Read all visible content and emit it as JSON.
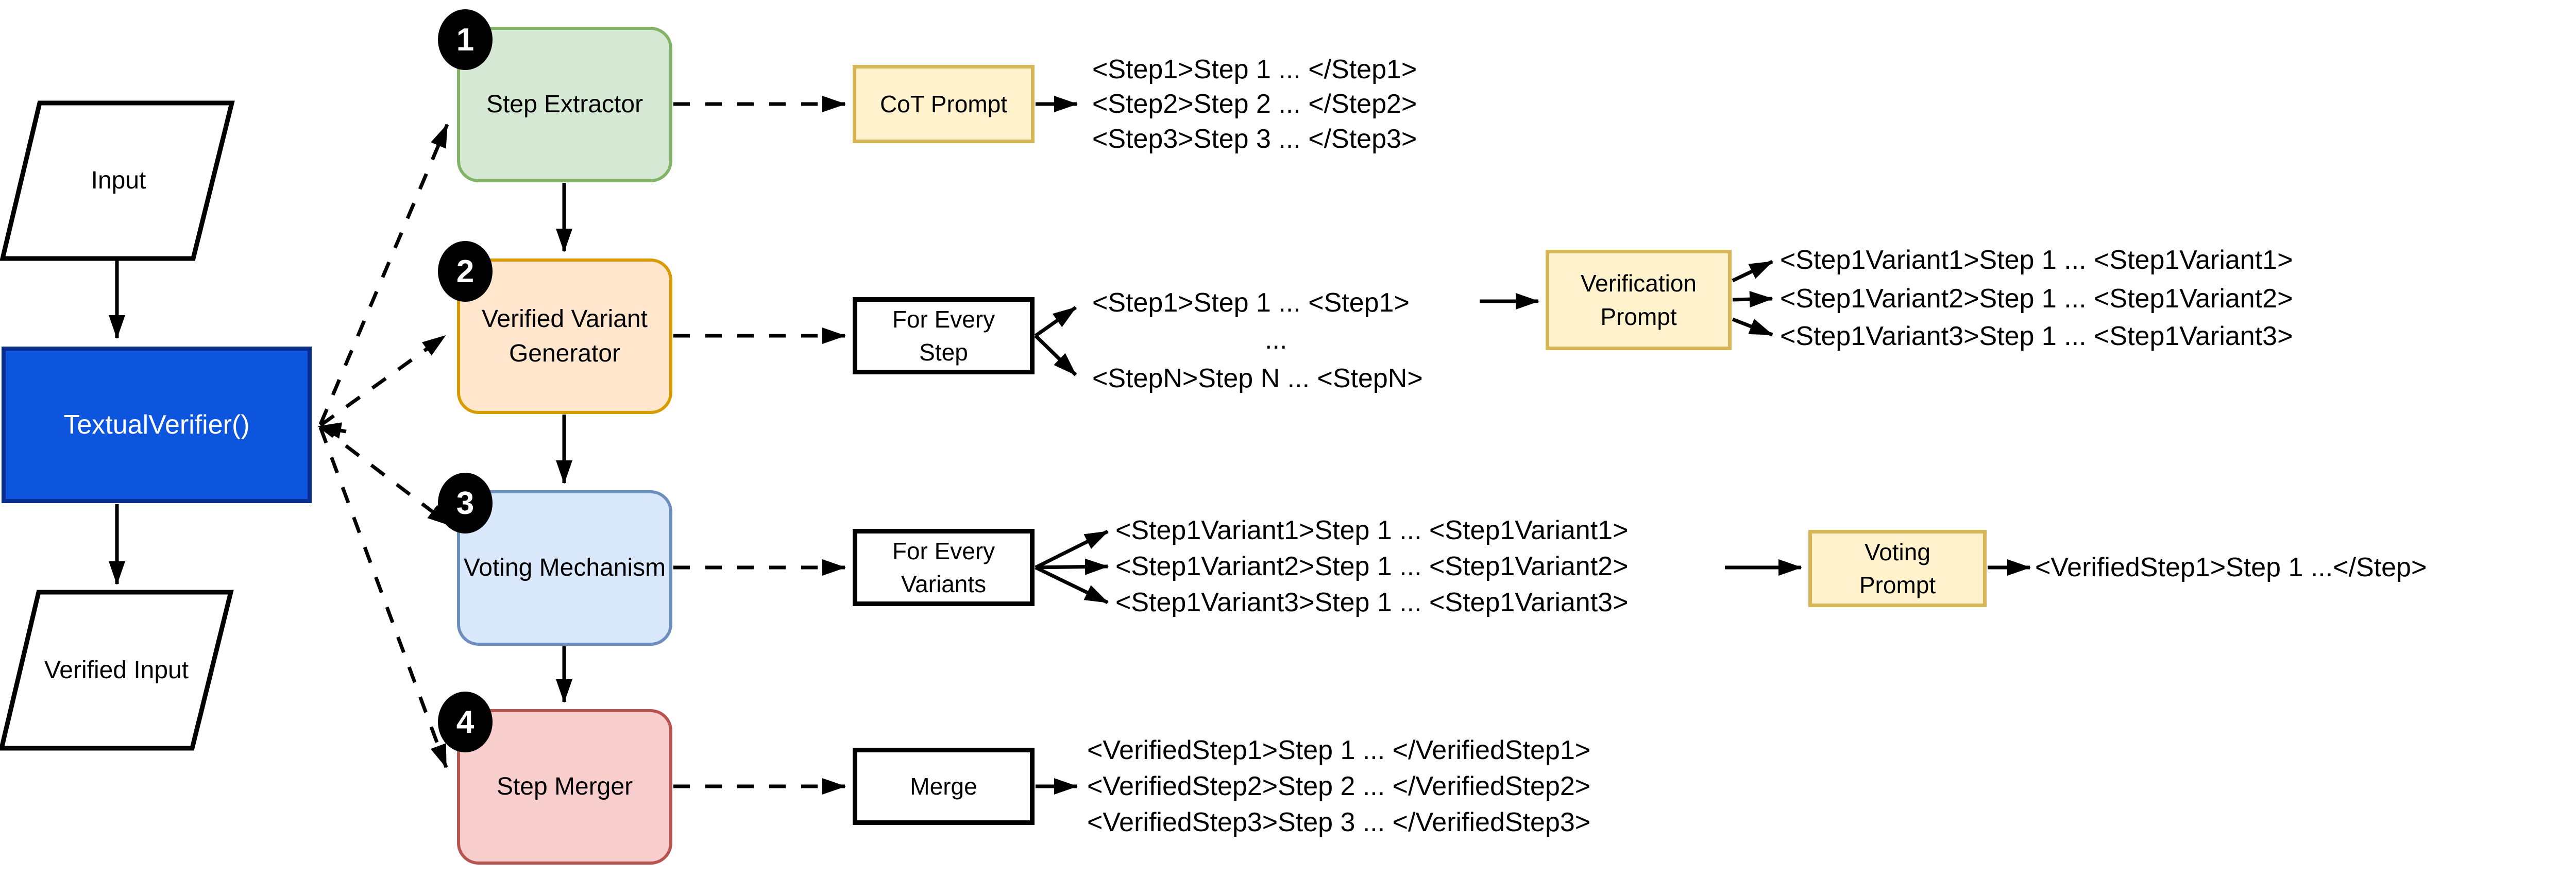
{
  "nodes": {
    "input": "Input",
    "textual_verifier": "TextualVerifier()",
    "verified_input": "Verified Input",
    "step_extractor": {
      "badge": "1",
      "label": "Step Extractor"
    },
    "variant_generator": {
      "badge": "2",
      "line1": "Verified Variant",
      "line2": "Generator"
    },
    "voting_mechanism": {
      "badge": "3",
      "label": "Voting Mechanism"
    },
    "step_merger": {
      "badge": "4",
      "label": "Step Merger"
    },
    "cot_prompt": "CoT Prompt",
    "for_every_step": {
      "line1": "For Every",
      "line2": "Step"
    },
    "verification_prompt": {
      "line1": "Verification",
      "line2": "Prompt"
    },
    "for_every_variants": {
      "line1": "For Every",
      "line2": "Variants"
    },
    "voting_prompt": {
      "line1": "Voting",
      "line2": "Prompt"
    },
    "merge": "Merge"
  },
  "outputs": {
    "cot_lines": [
      "<Step1>Step 1 ... </Step1>",
      "<Step2>Step 2 ... </Step2>",
      "<Step3>Step 3 ... </Step3>"
    ],
    "step_lines": {
      "first": "<Step1>Step 1 ... <Step1>",
      "dots": "...",
      "last": "<StepN>Step N ... <StepN>"
    },
    "variant_lines": [
      "<Step1Variant1>Step 1 ... <Step1Variant1>",
      "<Step1Variant2>Step 1 ... <Step1Variant2>",
      "<Step1Variant3>Step 1 ... <Step1Variant3>"
    ],
    "voting_input_lines": [
      "<Step1Variant1>Step 1 ... <Step1Variant1>",
      "<Step1Variant2>Step 1 ... <Step1Variant2>",
      "<Step1Variant3>Step 1 ... <Step1Variant3>"
    ],
    "voting_output": "<VerifiedStep1>Step 1 ...</Step>",
    "merge_lines": [
      "<VerifiedStep1>Step 1 ... </VerifiedStep1>",
      "<VerifiedStep2>Step 2 ... </VerifiedStep2>",
      "<VerifiedStep3>Step 3 ... </VerifiedStep3>"
    ]
  },
  "colors": {
    "verifier_fill": "#0d55dc",
    "verifier_border": "#0a2e8f",
    "verifier_text": "#ffffff",
    "extractor_fill": "#d5e8d4",
    "extractor_border": "#82b366",
    "generator_fill": "#ffe6cc",
    "generator_border": "#d79b00",
    "voting_fill": "#dae8fc",
    "voting_border": "#6c8ebf",
    "merger_fill": "#f8cecc",
    "merger_border": "#b85450",
    "prompt_fill": "#fff2cc",
    "prompt_border": "#d6b656",
    "badge_fill": "#000000",
    "badge_text": "#ffffff"
  }
}
